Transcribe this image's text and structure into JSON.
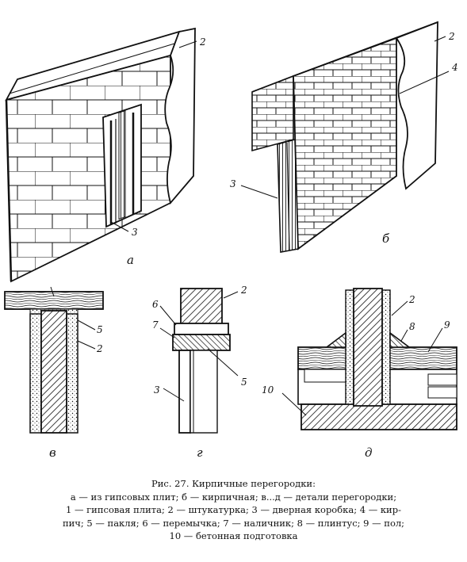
{
  "figure": {
    "labels": {
      "a_plaster": "2",
      "a_frame": "3",
      "b_plaster": "2",
      "b_brick_edge": "4",
      "b_frame": "3",
      "v_tow": "5",
      "v_plaster": "2",
      "g_lintel": "6",
      "g_trim": "7",
      "g_plaster": "2",
      "g_tow": "5",
      "g_frame": "3",
      "d_plaster": "2",
      "d_baseboard": "8",
      "d_floor": "9",
      "d_concrete": "10"
    },
    "subfigures": {
      "a": "а",
      "b": "б",
      "v": "в",
      "g": "г",
      "d": "д"
    }
  },
  "caption": {
    "title": "Рис. 27. Кирпичные перегородки:",
    "line1": "а — из гипсовых плит; б — кирпичная; в...д — детали перегородки;",
    "line2": "1 — гипсовая плита; 2 — штукатурка; 3 — дверная коробка; 4 — кир-",
    "line3": "пич; 5 — пакля; 6 — перемычка; 7 — наличник; 8 — плинтус; 9 — пол;",
    "line4": "10 — бетонная подготовка"
  }
}
